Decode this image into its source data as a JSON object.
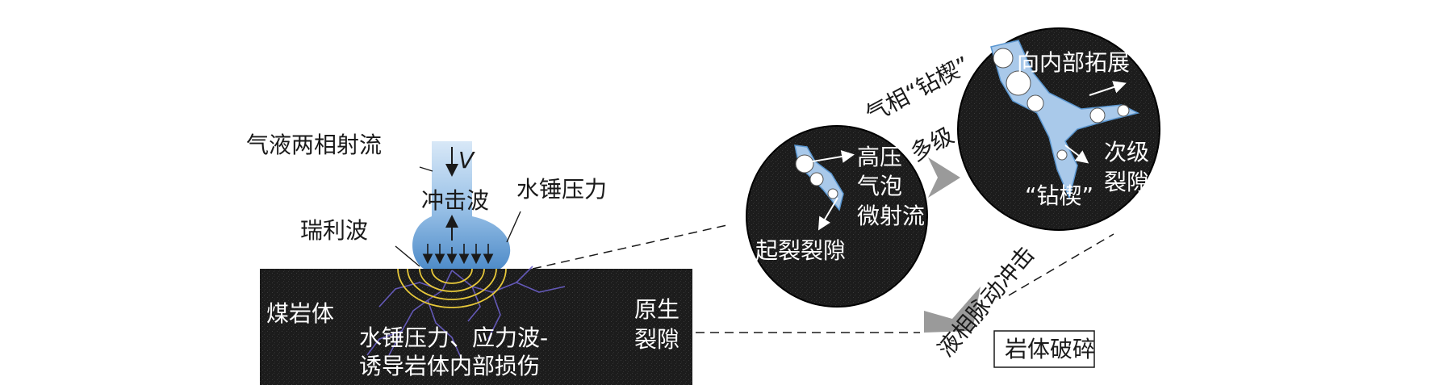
{
  "labels": {
    "gas_liquid_jet": "气液两相射流",
    "velocity": "V",
    "shock_wave": "冲击波",
    "water_hammer": "水锤压力",
    "rayleigh_wave": "瑞利波",
    "coal_rock": "煤岩体",
    "native_fracture_l1": "原生",
    "native_fracture_l2": "裂隙",
    "induced_damage_l1": "水锤压力、应力波-",
    "induced_damage_l2": "诱导岩体内部损伤",
    "high_pressure_l1": "高压",
    "high_pressure_l2": "气泡",
    "high_pressure_l3": "微射流",
    "crack_initiation": "起裂裂隙",
    "gas_wedge": "气相“钻楔”",
    "multi_level": "多级",
    "inward_expansion": "向内部拓展",
    "secondary_l1": "次级",
    "secondary_l2": "裂隙",
    "wedge": "“钻楔”",
    "liquid_pulse": "液相脉动冲击",
    "rock_fragment": "岩体破碎"
  },
  "colors": {
    "rock_dark": "#1c1c1c",
    "jet_blue": "#5b97d1",
    "jet_light": "#cfe3f5",
    "crack_purple": "#6b5fc7",
    "ring_yellow": "#e8c93a",
    "arrow_gray": "#9a9a9a"
  }
}
